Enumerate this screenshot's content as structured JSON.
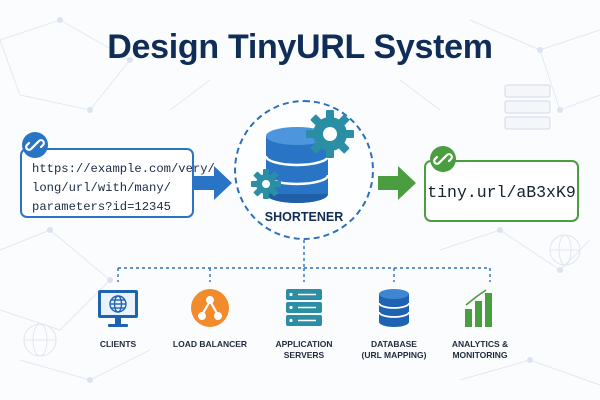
{
  "title": "Design TinyURL System",
  "input": {
    "url_lines": [
      "https://example.com/very/",
      "long/url/with/many/",
      "parameters?id=12345"
    ]
  },
  "output": {
    "short_url": "tiny.url/aB3xK9"
  },
  "center": {
    "label": "SHORTENER"
  },
  "components": [
    {
      "icon": "monitor-globe-icon",
      "label": "CLIENTS"
    },
    {
      "icon": "load-balancer-icon",
      "label": "LOAD BALANCER"
    },
    {
      "icon": "server-stack-icon",
      "label": "APPLICATION\nSERVERS"
    },
    {
      "icon": "database-icon",
      "label": "DATABASE\n(URL MAPPING)"
    },
    {
      "icon": "bar-chart-icon",
      "label": "ANALYTICS &\nMONITORING"
    }
  ],
  "colors": {
    "title": "#0f2d57",
    "blue": "#2a74c6",
    "green": "#4a9e3f",
    "orange": "#f28b2c",
    "teal": "#2a8fa5"
  }
}
